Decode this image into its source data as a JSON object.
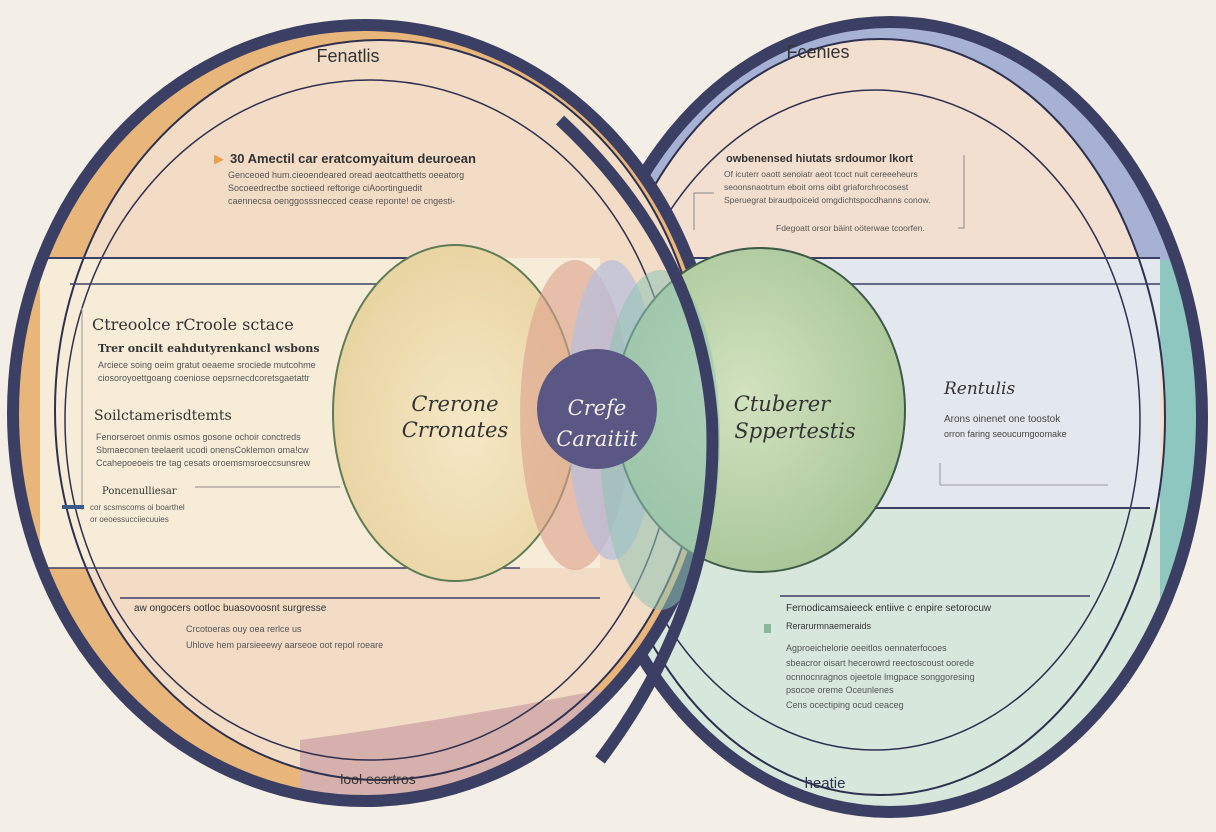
{
  "left": {
    "title": "Fenatlis",
    "top_heading": "30 Amectil car eratcomyaitum deuroean",
    "top_lines": [
      "Genceoed hum.cieoendeared oread aeotcatthetts oeeatorg",
      "Socoeedrectbe soctieed reftorige ciAoortinguedit",
      "caennecsa oenggosssnecced cease reponte! oe cngesti-"
    ],
    "box_title": "Ctreoolce rCroole sctace",
    "box_sub": "Trer oncilt eahdutyrenkancl wsbons",
    "box_lines": [
      "Arciece soing oeim gratut oeaeme srociede mutcohme",
      "ciosoroyoettgoang coeniose oepsrnecdcoretsgaetattr"
    ],
    "section_title": "Soilctamerisdtemts",
    "section_lines": [
      "Fenorseroet onmis osmos gosone ochoir conctreds",
      "Sbmaeconen teelaerit ucodi onensCoklemon oma!cw",
      "Ccahepoeoeis tre tag cesats oroemsmsroeccsunsrew"
    ],
    "bullet": "Poncenulliesar",
    "bullet_lines": [
      "cor scsmscoms oi boarthel",
      "or oeoessucciiecuuies"
    ],
    "bottom_heading": "aw ongocers ootloc buasovoosnt surgresse",
    "bottom_lines": [
      "Crcotoeras ouy oea rerlce us",
      "Uhlove hem parsieeewy aarseoe oot repol roeare"
    ],
    "footer": "lool ecsrtros"
  },
  "right": {
    "title": "Fcenies",
    "top_heading": "owbenensed hiutats srdoumor lkort",
    "top_lines": [
      "Of icuterr oaott senoiatr aeot tcoct nuit cereeeheurs",
      "seoonsnaotrtum eboit orns oibt griaforchrocosest",
      "Speruegrat biraudpoiceid omgdichtspocdhanns conow."
    ],
    "top_note": "Fdegoatt orsor bäint oöterwae tcoorfen.",
    "side_title": "Rentulis",
    "side_lines": [
      "Arons oinenet one toostok",
      "orron faring seoucurngoomake"
    ],
    "bottom_heading": "Fernodicamsaieeck entiive c enpire setorocuw",
    "bottom_sub": "Rerarurmnaemeraids",
    "bottom_lines": [
      "Agproeichelorie oeeitlos oennaterfocoes",
      "sbeacror oisart hecerowrd reectoscoust oorede",
      "ocnnocnragnos ojeetole lmgpace songgoresing",
      "psocoe oreme Oceunlenes",
      "Cens ocectiping ocud ceaceg"
    ],
    "footer": "heatie"
  },
  "center": {
    "left_label": [
      "Crerone",
      "Crronates"
    ],
    "middle_label": [
      "Crefe",
      "Caraitit"
    ],
    "right_label": [
      "Ctuberer",
      "Sppertestis"
    ]
  },
  "colors": {
    "navy": "#3b3f63",
    "orange": "#e8b67a",
    "peach": "#f2dcc6",
    "periwinkle": "#a6b1d3",
    "teal": "#8ec7bf",
    "green": "#a9c79a",
    "purple": "#5b5784"
  }
}
